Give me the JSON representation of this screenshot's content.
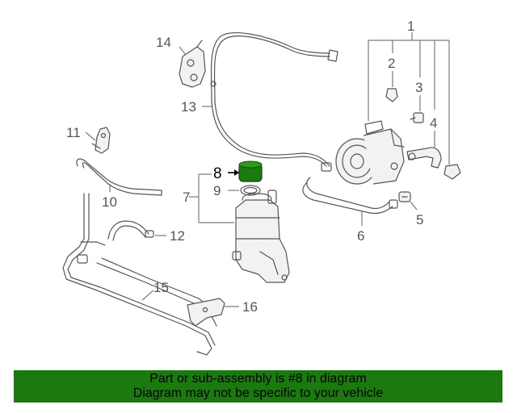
{
  "colors": {
    "highlight_part": "#1b7a0d",
    "banner_background": "#1b7a0d",
    "line_art": "#555555"
  },
  "callouts": {
    "c1": "1",
    "c2": "2",
    "c3": "3",
    "c4": "4",
    "c5": "5",
    "c6": "6",
    "c7": "7",
    "c8": "8",
    "c9": "9",
    "c10": "10",
    "c11": "11",
    "c12": "12",
    "c13": "13",
    "c14": "14",
    "c15": "15",
    "c16": "16"
  },
  "highlighted_part": "8",
  "banner": {
    "line1": "Part or sub-assembly is #8 in diagram",
    "line2": "Diagram may not be specific to your vehicle"
  }
}
